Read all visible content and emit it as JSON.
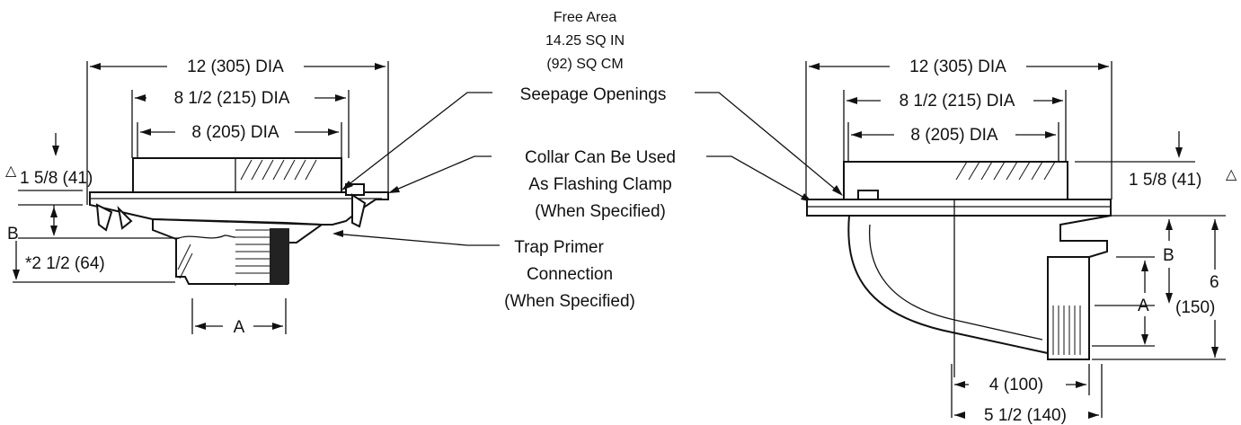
{
  "left_view": {
    "dia_12": "12 (305) DIA",
    "dia_8_half": "8 1/2 (215) DIA",
    "dia_8": "8 (205) DIA",
    "height_1_5_8": "1 5/8 (41)",
    "triangle_mark": "△",
    "dim_b": "B",
    "dim_2_half": "*2 1/2 (64)",
    "dim_a": "A"
  },
  "callouts": {
    "free_area_line1": "Free Area",
    "free_area_line2": "14.25 SQ IN",
    "free_area_line3": "(92) SQ CM",
    "seepage": "Seepage Openings",
    "collar_line1": "Collar  Can Be Used",
    "collar_line2": "As Flashing Clamp",
    "collar_line3": "(When Specified)",
    "trap_line1": "Trap Primer",
    "trap_line2": "Connection",
    "trap_line3": "(When Specified)"
  },
  "right_view": {
    "dia_12": "12 (305) DIA",
    "dia_8_half": "8 1/2 (215) DIA",
    "dia_8": "8 (205) DIA",
    "height_1_5_8": "1 5/8 (41)",
    "triangle_mark": "△",
    "dim_b": "B",
    "dim_a": "A",
    "dim_6": "6",
    "dim_150": "(150)",
    "dim_4": "4 (100)",
    "dim_5_half": "5 1/2 (140)"
  }
}
